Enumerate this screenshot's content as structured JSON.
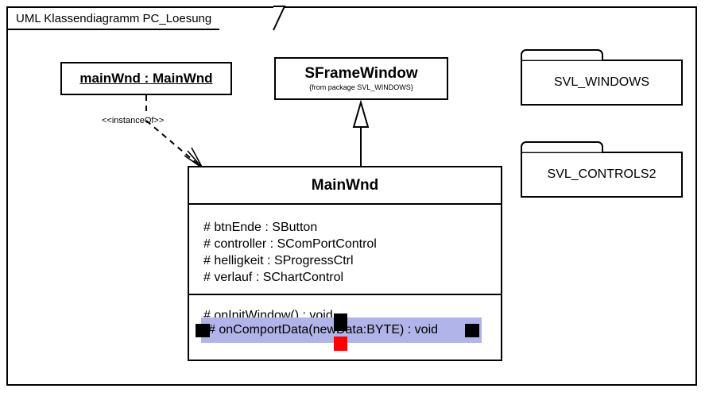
{
  "diagram": {
    "frame_title": "UML Klassendiagramm PC_Loesung"
  },
  "object_node": {
    "label": "mainWnd : MainWnd"
  },
  "dependency": {
    "stereotype": "<<instanceOf>>"
  },
  "super_class": {
    "name": "SFrameWindow",
    "from_package": "{from package SVL_WINDOWS}"
  },
  "main_class": {
    "name": "MainWnd",
    "attributes": [
      "# btnEnde : SButton",
      "# controller : SComPortControl",
      "# helligkeit : SProgressCtrl",
      "# verlauf : SChartControl"
    ],
    "operations": [
      "# onInitWindow() : void"
    ]
  },
  "edit_overlay": {
    "text": "# onComportData(newData:BYTE) : void",
    "band_color": "#b0b4e8",
    "handle_color": "#000000",
    "active_handle_color": "#ff0000"
  },
  "packages": [
    {
      "name": "SVL_WINDOWS"
    },
    {
      "name": "SVL_CONTROLS2"
    }
  ]
}
